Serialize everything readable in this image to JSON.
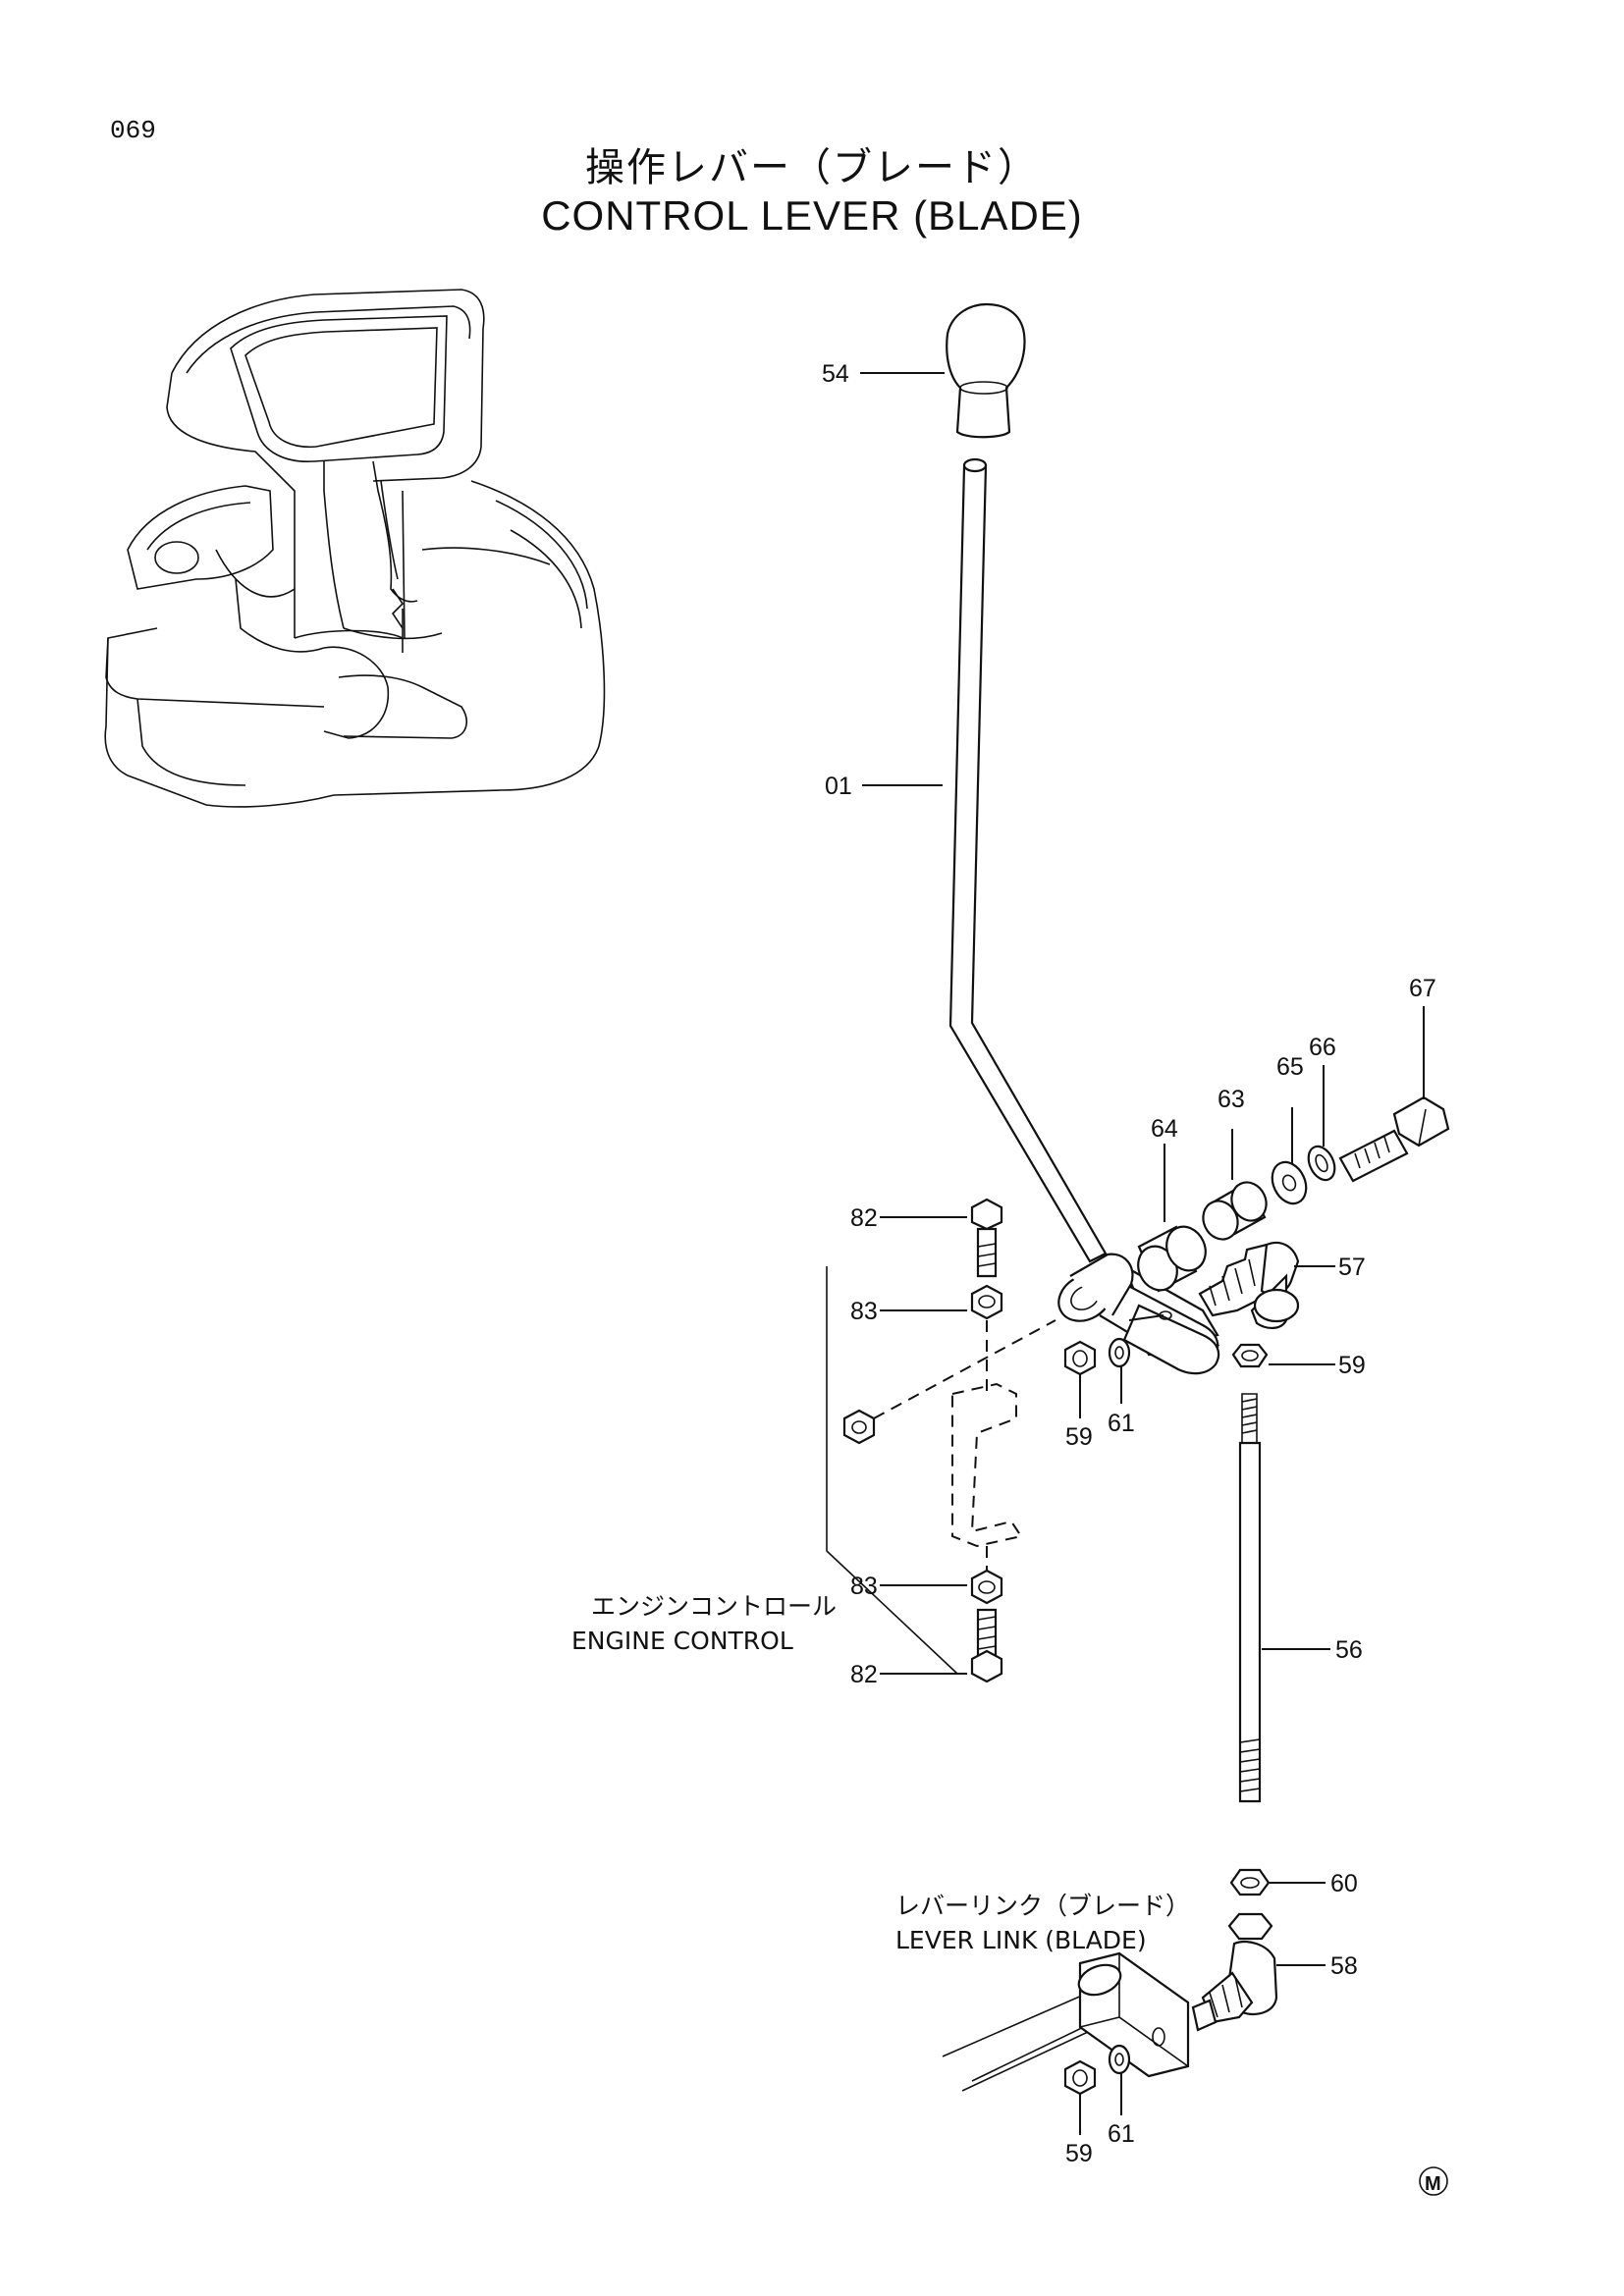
{
  "page_number": "069",
  "title_jp": "操作レバー（ブレード）",
  "title_en": "CONTROL LEVER (BLADE)",
  "notes": {
    "engine_control_jp": "エンジンコントロール",
    "engine_control_en": "ENGINE CONTROL",
    "lever_link_jp": "レバーリンク（ブレード）",
    "lever_link_en": "LEVER LINK (BLADE)"
  },
  "callouts": {
    "knob": "54",
    "lever": "01",
    "bolt_large": "67",
    "spring_washer": "66",
    "washer": "65",
    "bushing_a": "63",
    "bushing_b": "64",
    "ball_joint_upper": "57",
    "nut_upper_right": "59",
    "nut_lower_left": "59",
    "washer_upper": "61",
    "bolt_upper": "82",
    "nut_upper": "83",
    "nut_lower": "83",
    "bolt_lower": "82",
    "rod": "56",
    "nut_rod": "60",
    "ball_joint_lower": "58",
    "nut_bottom": "59",
    "washer_bottom": "61"
  },
  "mark": "M"
}
